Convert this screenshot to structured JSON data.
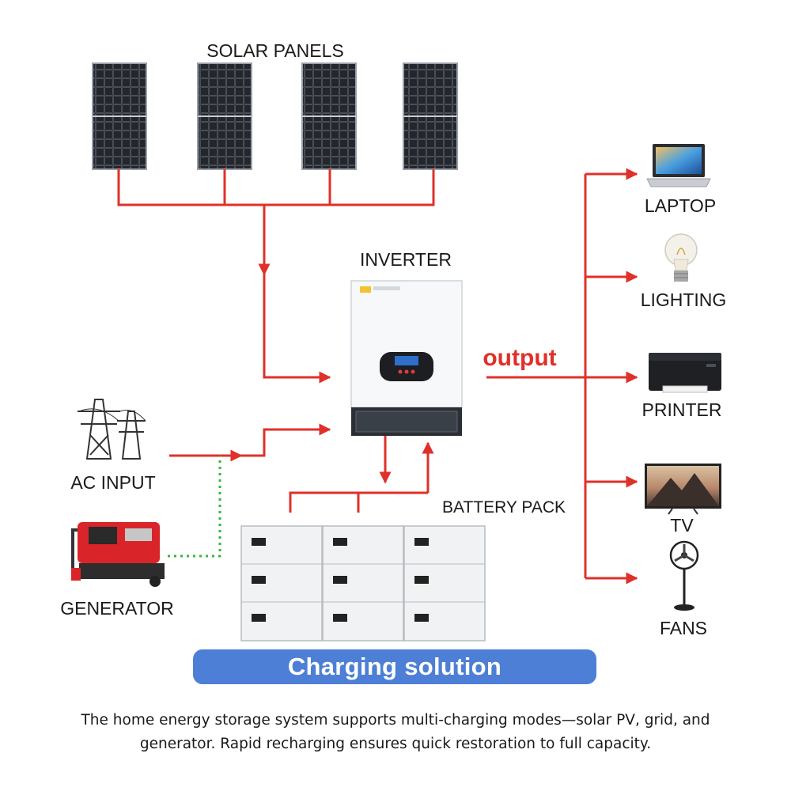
{
  "labels": {
    "solar_panels": "SOLAR PANELS",
    "inverter": "INVERTER",
    "output": "output",
    "ac_input": "AC INPUT",
    "generator": "GENERATOR",
    "battery_pack": "BATTERY PACK",
    "laptop": "LAPTOP",
    "lighting": "LIGHTING",
    "printer": "PRINTER",
    "tv": "TV",
    "fans": "FANS"
  },
  "banner": {
    "title": "Charging solution"
  },
  "description": {
    "line1": "The home energy storage system supports multi-charging modes—solar PV, grid, and",
    "line2": "generator. Rapid recharging ensures quick restoration to full capacity."
  },
  "colors": {
    "wire": "#e0302a",
    "generator_link": "#3cb43c",
    "banner": "#4d7fd6",
    "output_text": "#e0302a"
  },
  "icons": [
    "solar-panel-icon",
    "inverter-icon",
    "transmission-tower-icon",
    "generator-icon",
    "battery-module-icon",
    "laptop-icon",
    "light-bulb-icon",
    "printer-icon",
    "tv-icon",
    "fan-icon"
  ]
}
